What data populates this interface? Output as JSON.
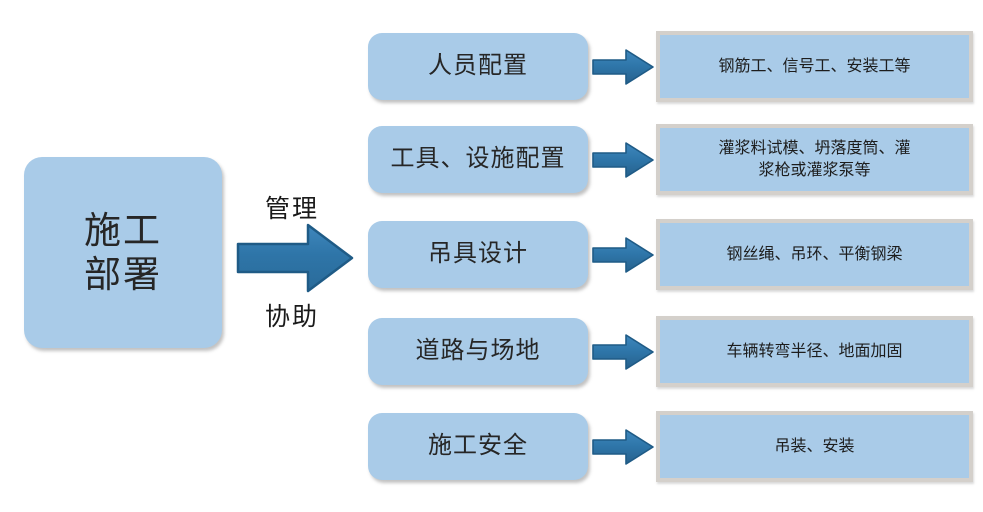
{
  "diagram": {
    "type": "flow-diagram",
    "root": {
      "label": "施工\n部署",
      "lines": [
        "施工",
        "部署"
      ],
      "fill": "#a9cbe8"
    },
    "edge_labels": {
      "top": "管理",
      "bottom": "协助"
    },
    "arrow_color": "#2e75a8",
    "arrow_stroke": "#1f5b86",
    "rows": [
      {
        "category": "人员配置",
        "detail": "钢筋工、信号工、安装工等",
        "detail_lines": [
          "钢筋工、信号工、安装工等"
        ]
      },
      {
        "category": "工具、设施配置",
        "detail": "灌浆料试模、坍落度筒、灌浆枪或灌浆泵等",
        "detail_lines": [
          "灌浆料试模、坍落度筒、灌",
          "浆枪或灌浆泵等"
        ]
      },
      {
        "category": "吊具设计",
        "detail": "钢丝绳、吊环、平衡钢梁",
        "detail_lines": [
          "钢丝绳、吊环、平衡钢梁"
        ]
      },
      {
        "category": "道路与场地",
        "detail": "车辆转弯半径、地面加固",
        "detail_lines": [
          "车辆转弯半径、地面加固"
        ]
      },
      {
        "category": "施工安全",
        "detail": "吊装、安装",
        "detail_lines": [
          "吊装、安装"
        ]
      }
    ]
  }
}
